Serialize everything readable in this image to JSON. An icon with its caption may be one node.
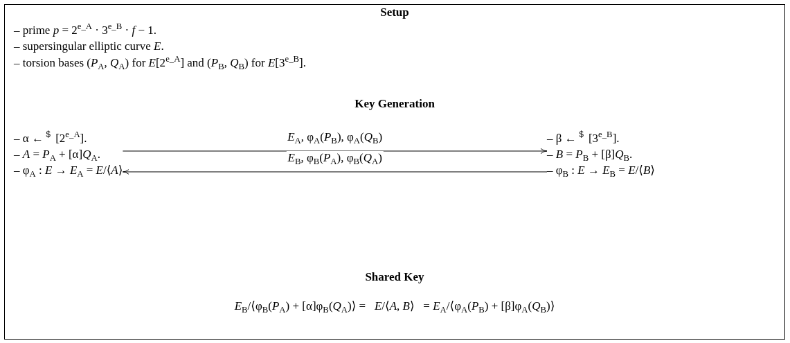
{
  "diagram": {
    "nodes": [
      {
        "text": [
          "– α ←$^{＄}$ [2$^{e_A}$].",
          "– *A* = *P*$_{A}$ + [α]*Q*$_{A}$.",
          "– φ$_{A}$ : *E* → *E*$_{A}$ = *E*/⟨*A*⟩"
        ]
      },
      {
        "text": [
          "– β ←$^{＄}$ [3$^{e_B}$].",
          "– *B* = *P*$_{B}$ + [β]*Q*$_{B}$.",
          "– φ$_{B}$ : *E* → *E*$_{B}$ = *E*/⟨*B*⟩"
        ]
      }
    ],
    "edges": [
      {
        "from": 0,
        "to": 1,
        "arrow": "to",
        "label": "*E*$_{A}$, φ$_{A}$(*P*$_{B}$), φ$_{A}$(*Q*$_{B}$)"
      },
      {
        "from": 1,
        "to": 0,
        "arrow": "to",
        "label": "*E*$_{B}$, φ$_{B}$(*P*$_{A}$), φ$_{B}$(*Q*$_{A}$)"
      }
    ],
    "labels": [
      "Setup",
      "– prime *p* = 2$^{e_A}$ · 3$^{e_B}$ · *f* − 1.",
      "– supersingular elliptic curve *E*.",
      "– torsion bases (*P*$_{A}$, *Q*$_{A}$) for *E*[2$^{e_A}$] and (*P*$_{B}$, *Q*$_{B}$) for *E*[3$^{e_B}$].",
      "Key Generation",
      "Shared Key",
      "*E*$_{B}$/⟨φ$_{B}$(*P*$_{A}$) + [α]φ$_{B}$(*Q*$_{A}$)⟩ =   *E*/⟨*A*, *B*⟩   = *E*$_{A}$/⟨φ$_{A}$(*P*$_{B}$) + [β]φ$_{A}$(*Q*$_{B}$)⟩"
    ]
  }
}
